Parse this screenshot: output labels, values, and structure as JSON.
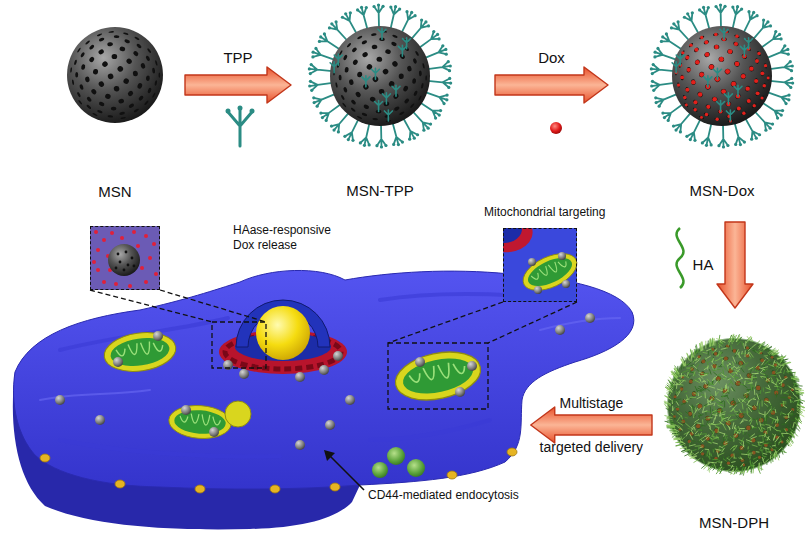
{
  "diagram": {
    "nodes": [
      {
        "text": [
          "MSN"
        ]
      },
      {
        "text": [
          "MSN-TPP"
        ]
      },
      {
        "text": [
          "MSN-Dox"
        ]
      },
      {
        "text": [
          "HAase-responsive Dox release"
        ]
      },
      {
        "text": [
          "Mitochondrial targeting"
        ]
      },
      {
        "text": [
          "MSN-DPH"
        ]
      },
      {
        "text": [
          "CD44-mediated endocytosis"
        ]
      }
    ],
    "edges": [
      {
        "from": 0,
        "to": 1,
        "label": "TPP",
        "arrow": "to"
      },
      {
        "from": 1,
        "to": 2,
        "label": "Dox",
        "arrow": "to"
      },
      {
        "from": 2,
        "to": 5,
        "label": "HA",
        "arrow": "to"
      },
      {
        "from": 5,
        "to": 6,
        "label": "Multistage targeted delivery",
        "arrow": "to"
      }
    ]
  }
}
